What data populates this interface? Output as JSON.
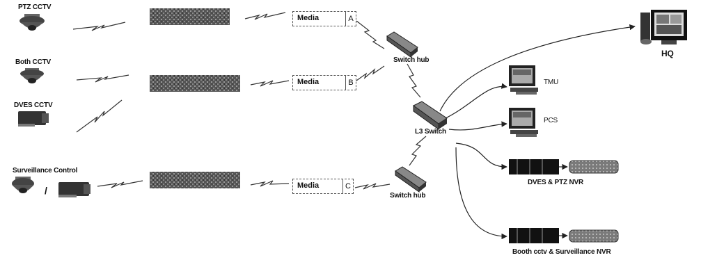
{
  "labels": {
    "ptz_cctv": "PTZ CCTV",
    "both_cctv": "Both CCTV",
    "dves_cctv": "DVES CCTV",
    "surveillance_control": "Surveillance Control",
    "slash": "/",
    "switch_hub_top": "Switch hub",
    "switch_hub_bottom": "Switch hub",
    "l3_switch": "L3 Switch",
    "hq": "HQ",
    "tmu": "TMU",
    "pcs": "PCS",
    "dves_ptz_nvr": "DVES & PTZ NVR",
    "booth_surveillance_nvr": "Booth cctv & Surveillance NVR"
  },
  "media": [
    {
      "label": "Media",
      "letter": "A"
    },
    {
      "label": "Media",
      "letter": "B"
    },
    {
      "label": "Media",
      "letter": "C"
    }
  ]
}
